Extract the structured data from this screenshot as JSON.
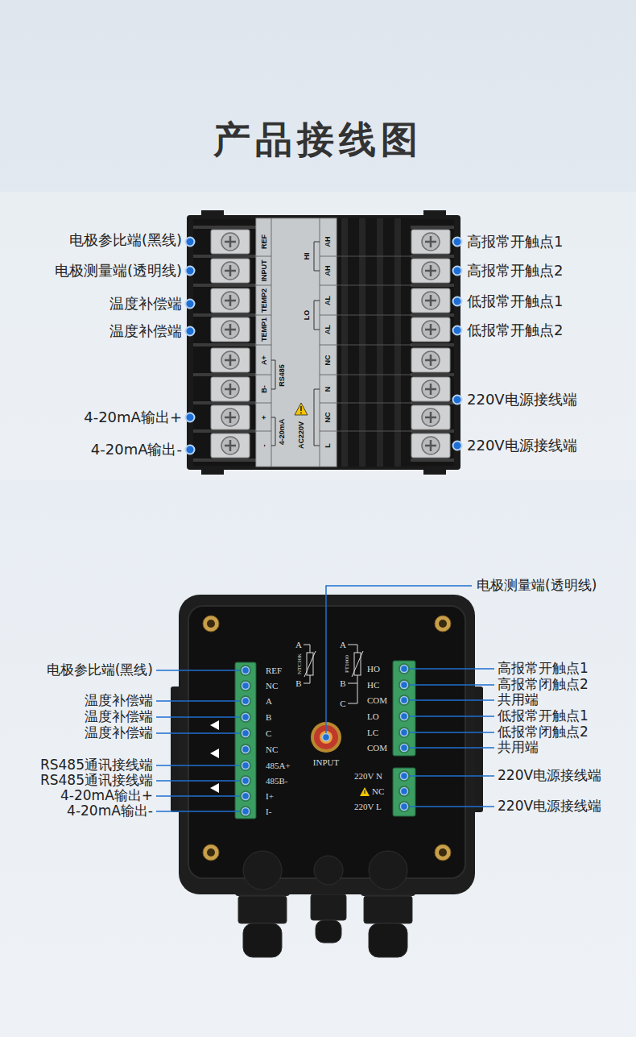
{
  "diagram": {
    "title": "产品接线图",
    "labels": [
      "电极参比端(黑线)",
      "电极测量端(透明线)",
      "温度补偿端",
      "温度补偿端",
      "4-20mA输出+",
      "4-20mA输出-",
      "高报常开触点1",
      "高报常开触点2",
      "低报常开触点1",
      "低报常开触点2",
      "220V电源接线端",
      "220V电源接线端",
      "REF",
      "INPUT",
      "TEMP2",
      "TEMP1",
      "A+",
      "B-",
      "+",
      "-",
      "RS485",
      "4-20mA",
      "HI",
      "AH",
      "AH",
      "LO",
      "AL",
      "AL",
      "NC",
      "N",
      "NC",
      "L",
      "AC220V",
      "电极测量端(透明线)",
      "电极参比端(黑线)",
      "温度补偿端",
      "温度补偿端",
      "温度补偿端",
      "RS485通讯接线端",
      "RS485通讯接线端",
      "4-20mA输出+",
      "4-20mA输出-",
      "高报常开触点1",
      "高报常闭触点2",
      "共用端",
      "低报常开触点1",
      "低报常闭触点2",
      "共用端",
      "220V电源接线端",
      "220V电源接线端",
      "REF",
      "NC",
      "A",
      "B",
      "C",
      "NC",
      "485A+",
      "485B-",
      "I+",
      "I-",
      "A",
      "NTC10K",
      "B",
      "A",
      "PT1000",
      "B",
      "C",
      "INPUT",
      "HO",
      "HC",
      "COM",
      "LO",
      "LC",
      "COM",
      "220V N",
      "NC",
      "220V L"
    ]
  }
}
